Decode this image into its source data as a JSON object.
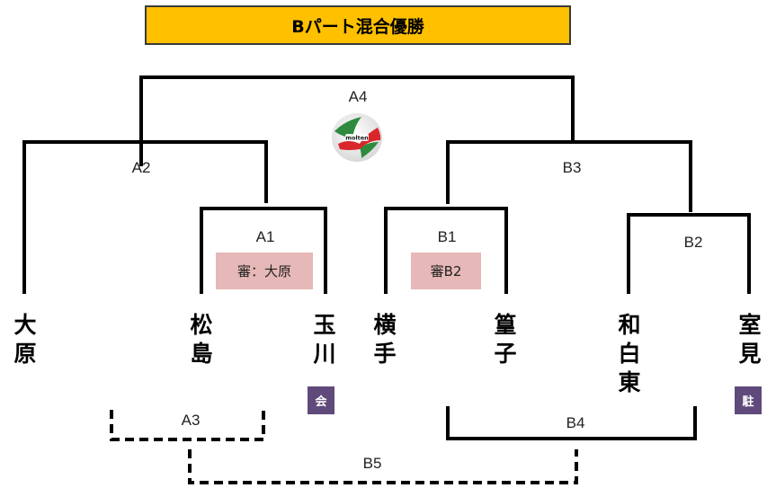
{
  "title": "Bパート混合優勝",
  "colors": {
    "title_bg": "#FFC000",
    "referee_bg": "#E6B8B7",
    "tag_bg": "#5F4A7B",
    "line": "#000000"
  },
  "matches": {
    "A4": "A4",
    "A2": "A2",
    "A1": "A1",
    "B3": "B3",
    "B1": "B1",
    "B2": "B2",
    "A3": "A3",
    "B4": "B4",
    "B5": "B5"
  },
  "referees": {
    "A1": "審：大原",
    "B1": "審B2"
  },
  "teams": {
    "oohara": [
      "大",
      "原"
    ],
    "matsushima": [
      "松",
      "島"
    ],
    "tamagawa": [
      "玉",
      "川"
    ],
    "yokote": [
      "横",
      "手"
    ],
    "kago": [
      "篁",
      "子"
    ],
    "wajiroHigashi": [
      "和",
      "白",
      "東"
    ],
    "muromi": [
      "室",
      "見"
    ]
  },
  "tags": {
    "tamagawa": "会",
    "muromi": "駐"
  },
  "ball": "volleyball-icon"
}
